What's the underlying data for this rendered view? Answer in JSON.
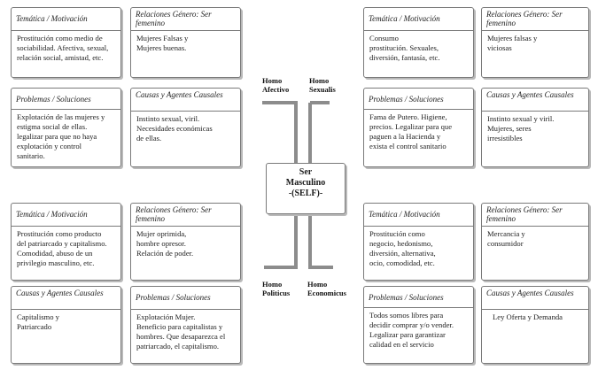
{
  "center": {
    "line1": "Ser",
    "line2": "Masculino",
    "line3": "-(SELF)-"
  },
  "labels": {
    "homo_afectivo": "Homo\nAfectivo",
    "homo_sexualis": "Homo\nSexualis",
    "homo_politicus": "Homo\nPoliticus",
    "homo_economicus": "Homo\nEconomicus"
  },
  "cards": {
    "tl_tematica": {
      "title": "Temática / Motivación",
      "body": "Prostitución como medio de\nsociabilidad. Afectiva, sexual,\nrelación social, amistad, etc."
    },
    "tl_relaciones": {
      "title": "Relaciones Género: Ser\nfemenino",
      "body": "Mujeres Falsas y\nMujeres buenas."
    },
    "tl_problemas": {
      "title": "Problemas / Soluciones",
      "body": "Explotación de las mujeres y\nestigma social de ellas.\nlegalizar para que no haya\nexplotación y control\nsanitario."
    },
    "tl_causas": {
      "title": "Causas y Agentes\nCausales",
      "body": "Instinto sexual, viril.\nNecesidades económicas\nde ellas."
    },
    "tr_tematica": {
      "title": "Temática / Motivación",
      "body": "Consumo\nprostitución. Sexuales,\ndiversión, fantasía, etc."
    },
    "tr_relaciones": {
      "title": "Relaciones Género: Ser\nfemenino",
      "body": "Mujeres falsas y\nviciosas"
    },
    "tr_problemas": {
      "title": "Problemas / Soluciones",
      "body": "Fama de Putero. Higiene,\nprecios. Legalizar para que\npaguen a la Hacienda y\nexista el control sanitario"
    },
    "tr_causas": {
      "title": "Causas y Agentes\nCausales",
      "body": "Instinto sexual y viril.\nMujeres, seres\nirresistibles"
    },
    "bl_tematica": {
      "title": "Temática / Motivación",
      "body": "Prostitución como producto\ndel patriarcado y capitalismo.\nComodidad, abuso de un\nprivilegio masculino, etc."
    },
    "bl_relaciones": {
      "title": "Relaciones Género: Ser\nfemenino",
      "body": "Mujer oprimida,\nhombre opresor.\nRelación de poder."
    },
    "bl_causas": {
      "title": "Causas y Agentes\nCausales",
      "body": "Capitalismo y\nPatriarcado"
    },
    "bl_problemas": {
      "title": "Problemas / Soluciones",
      "body": "Explotación Mujer.\nBeneficio para capitalistas y\nhombres. Que desaparezca el\npatriarcado, el capitalismo."
    },
    "br_tematica": {
      "title": "Temática / Motivación",
      "body": "Prostitución como\nnegocio, hedonismo,\ndiversión, alternativa,\nocio, comodidad, etc."
    },
    "br_relaciones": {
      "title": "Relaciones Género: Ser\nfemenino",
      "body": "Mercancia y\nconsumidor"
    },
    "br_problemas": {
      "title": "Problemas / Soluciones",
      "body": "Todos somos libres para\ndecidir comprar y/o vender.\nLegalizar para garantizar\ncalidad en el servicio"
    },
    "br_causas": {
      "title": "Causas y Agentes\nCausales",
      "body": "Ley Oferta y Demanda"
    }
  }
}
